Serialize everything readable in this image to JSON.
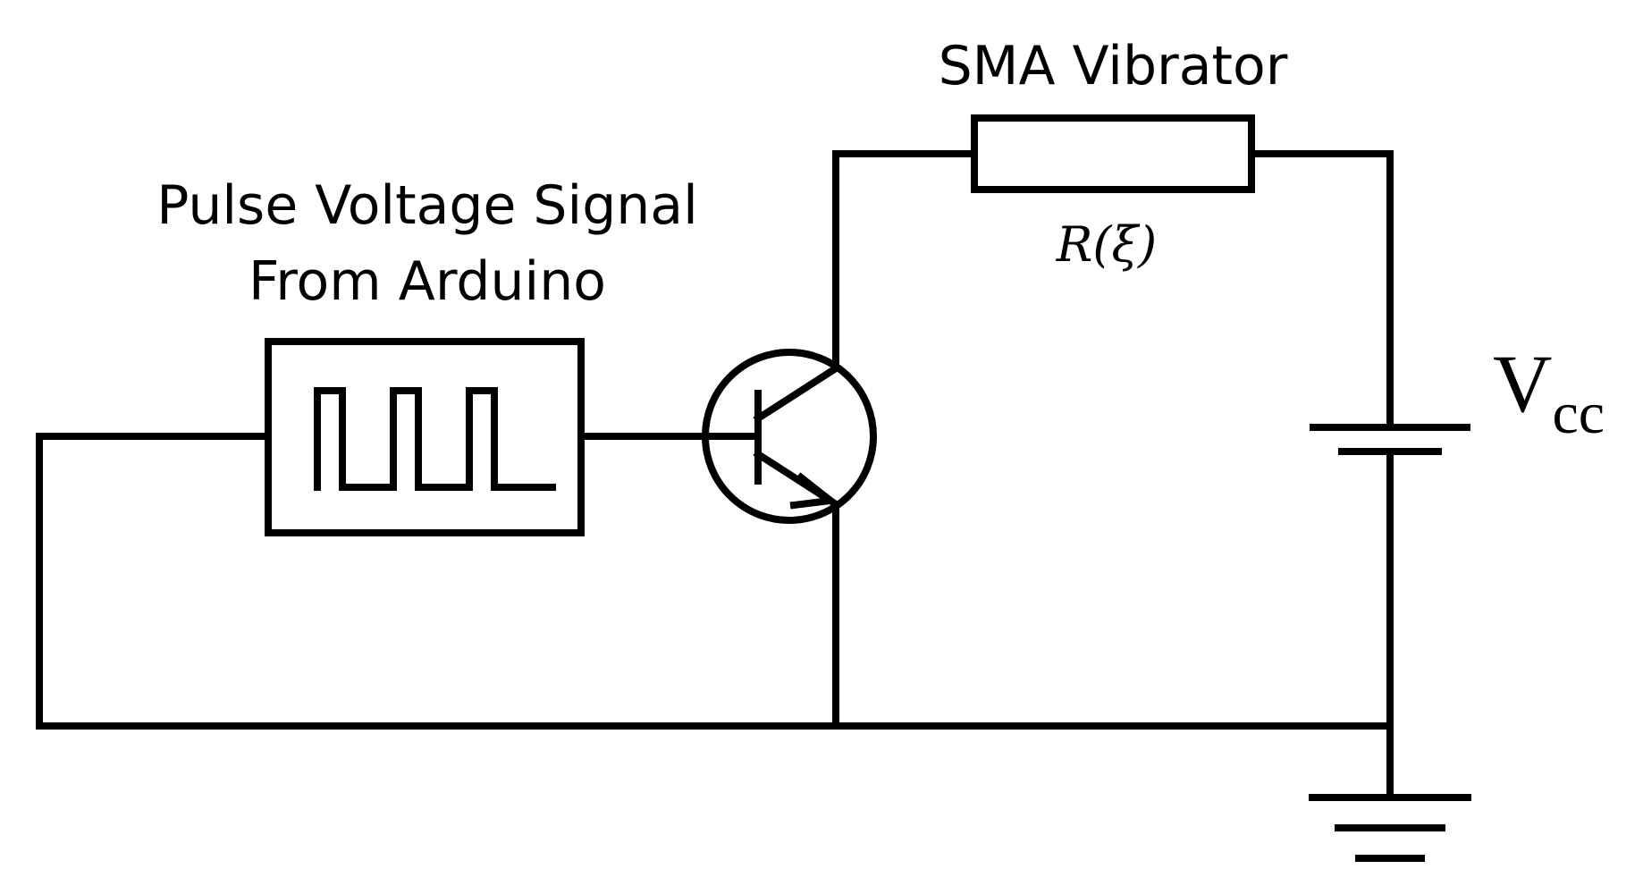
{
  "signal_label": {
    "line1": "Pulse Voltage Signal",
    "line2": "From Arduino"
  },
  "vibrator_label": "SMA Vibrator",
  "resistance_label": "R(ξ)",
  "supply_label": {
    "main": "V",
    "subscript": "cc"
  },
  "colors": {
    "line": "#000000",
    "background": "#ffffff"
  }
}
